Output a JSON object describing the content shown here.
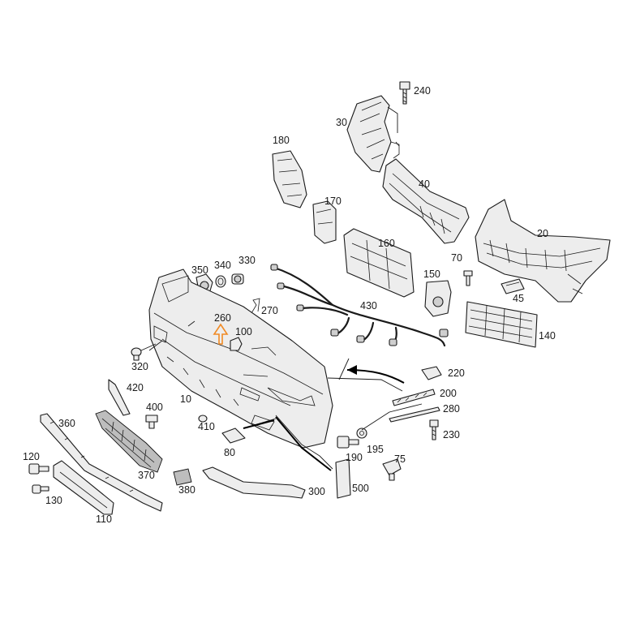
{
  "diagram": {
    "callouts": [
      "240",
      "30",
      "40",
      "180",
      "170",
      "160",
      "20",
      "70",
      "45",
      "150",
      "140",
      "350",
      "340",
      "330",
      "260",
      "270",
      "430",
      "100",
      "320",
      "220",
      "200",
      "280",
      "420",
      "400",
      "10",
      "410",
      "360",
      "80",
      "230",
      "190",
      "195",
      "75",
      "120",
      "370",
      "130",
      "380",
      "300",
      "500",
      "110"
    ]
  },
  "highlight": {
    "part": "260",
    "color": "#f08a24"
  }
}
